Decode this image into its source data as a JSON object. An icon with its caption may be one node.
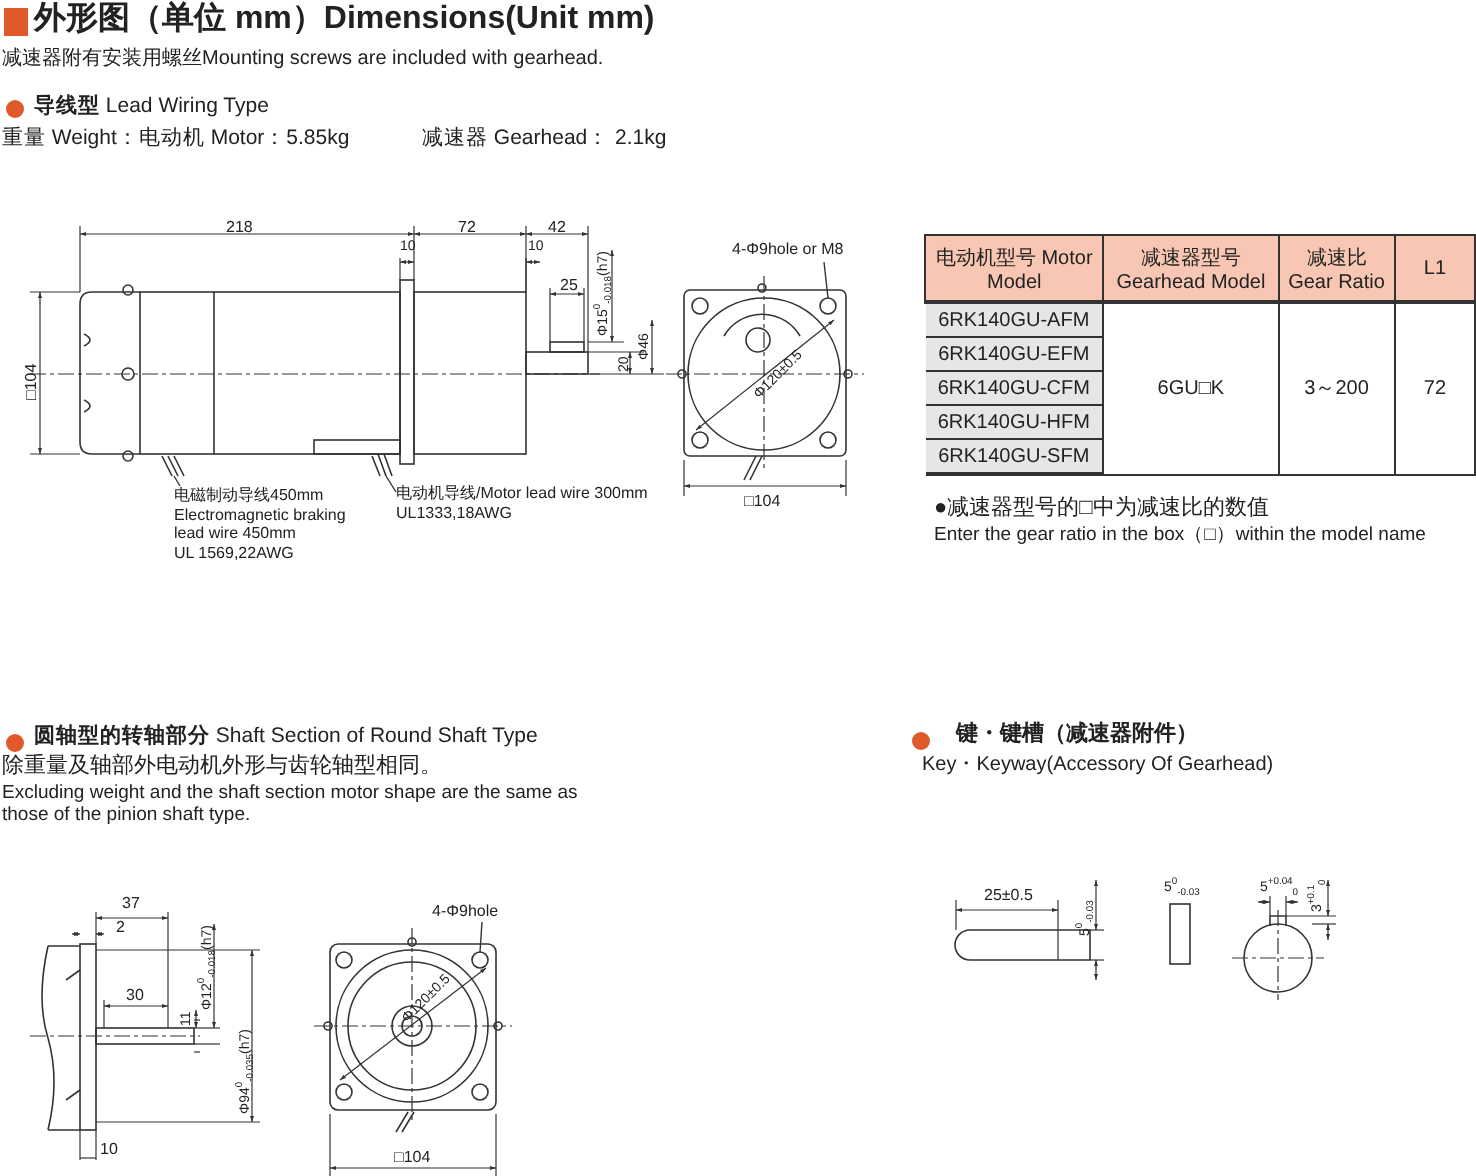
{
  "diagram": {
    "title": "外形图（单位 mm）Dimensions(Unit mm)",
    "nodes": [
      {
        "text": [
          "电磁制动导线450mm",
          "Electromagnetic braking lead wire 450mm",
          "UL 1569,22AWG"
        ]
      },
      {
        "text": [],
        "shape": "picture"
      },
      {
        "text": [
          "电动机导线/Motor lead wire 300mm",
          "UL1333,18AWG"
        ]
      },
      {
        "text": [],
        "shape": "picture"
      },
      {
        "text": [
          "4-Φ9hole or M8"
        ]
      },
      {
        "text": [],
        "shape": "circle"
      },
      {
        "text": [
          "4-Φ9hole"
        ]
      },
      {
        "text": [],
        "shape": "circle"
      }
    ],
    "edges": [
      {
        "from": 0,
        "to": 1,
        "arrow": "none"
      },
      {
        "from": 2,
        "to": 3,
        "arrow": "none"
      },
      {
        "from": 4,
        "to": 5,
        "arrow": "none"
      },
      {
        "from": 6,
        "to": 7,
        "arrow": "none"
      }
    ],
    "labels": [
      "减速器附有安装用螺丝Mounting screws are included with gearhead.",
      "**导线型** Lead Wiring Type",
      "重量 Weight：电动机 Motor：5.85kg",
      "减速器 Gearhead： 2.1kg",
      "218",
      "72",
      "42",
      "10",
      "10",
      "25",
      "Φ15$^{0}$$_{-0.018}$(h7)",
      "20",
      "Φ46",
      "□104",
      "Φ120±0.5",
      "□104",
      "电动机型号 Motor Model",
      "减速器型号 Gearhead Model",
      "减速比 Gear Ratio",
      "L1",
      "6RK140GU-AFM",
      "6RK140GU-EFM",
      "6RK140GU-CFM",
      "6RK140GU-HFM",
      "6RK140GU-SFM",
      "6GU□K",
      "3～200",
      "72",
      "●减速器型号的□中为减速比的数值",
      "Enter the gear ratio in the box（□）within the model name",
      "**圆轴型的转轴部分** Shaft Section of Round Shaft Type",
      "除重量及轴部外电动机外形与齿轮轴型相同。",
      "Excluding weight and the shaft section motor shape are the same as those of the pinion shaft type.",
      "37",
      "2",
      "30",
      "Φ12$^{0}$$_{-0.018}$(h7)",
      "Φ94$^{0}$$_{-0.035}$(h7)",
      "11",
      "10",
      "Φ120±0.5",
      "□104",
      "键・键槽（减速器附件）",
      "Key・Keyway(Accessory Of Gearhead)",
      "25±0.5",
      "5$^{0}$$_{-0.03}$",
      "5$^{0}$$_{-0.03}$",
      "5$^{+0.04}$$_{0}$",
      "3$^{+0.1}$$_{0}$"
    ]
  }
}
